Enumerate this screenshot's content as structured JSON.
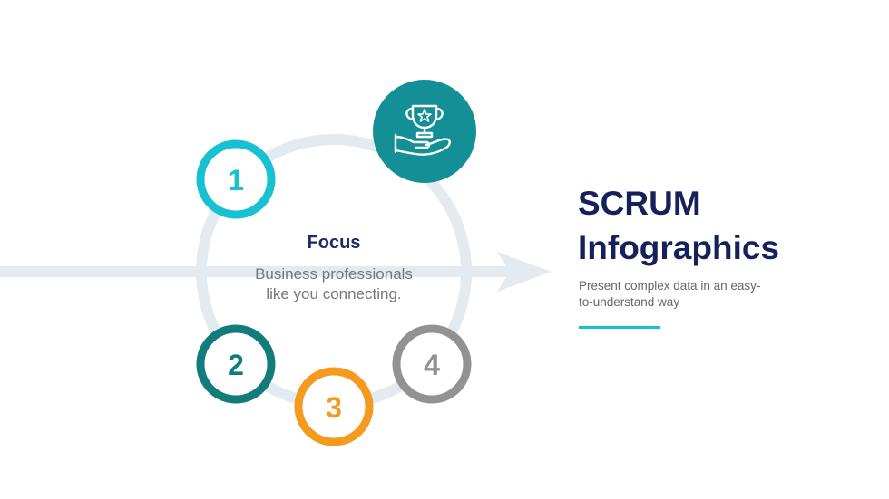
{
  "colors": {
    "flow_arrow": "#e3eaf0",
    "ring": "#e3eaf0",
    "step_1": "#18c1d2",
    "step_2": "#127c7c",
    "step_3": "#f5991f",
    "step_4": "#929292",
    "icon_circle": "#158f96",
    "title": "#16215c",
    "accent_line": "#18c1d2"
  },
  "cycle": {
    "steps": [
      {
        "number": "1"
      },
      {
        "number": "2"
      },
      {
        "number": "3"
      },
      {
        "number": "4"
      }
    ],
    "icon": "trophy-in-hand-icon",
    "center": {
      "title": "Focus",
      "body_line1": "Business professionals",
      "body_line2": "like you connecting."
    }
  },
  "header": {
    "title_line1": "SCRUM",
    "title_line2": "Infographics",
    "subtitle_line1": "Present complex data in an easy-",
    "subtitle_line2": "to-understand way"
  }
}
